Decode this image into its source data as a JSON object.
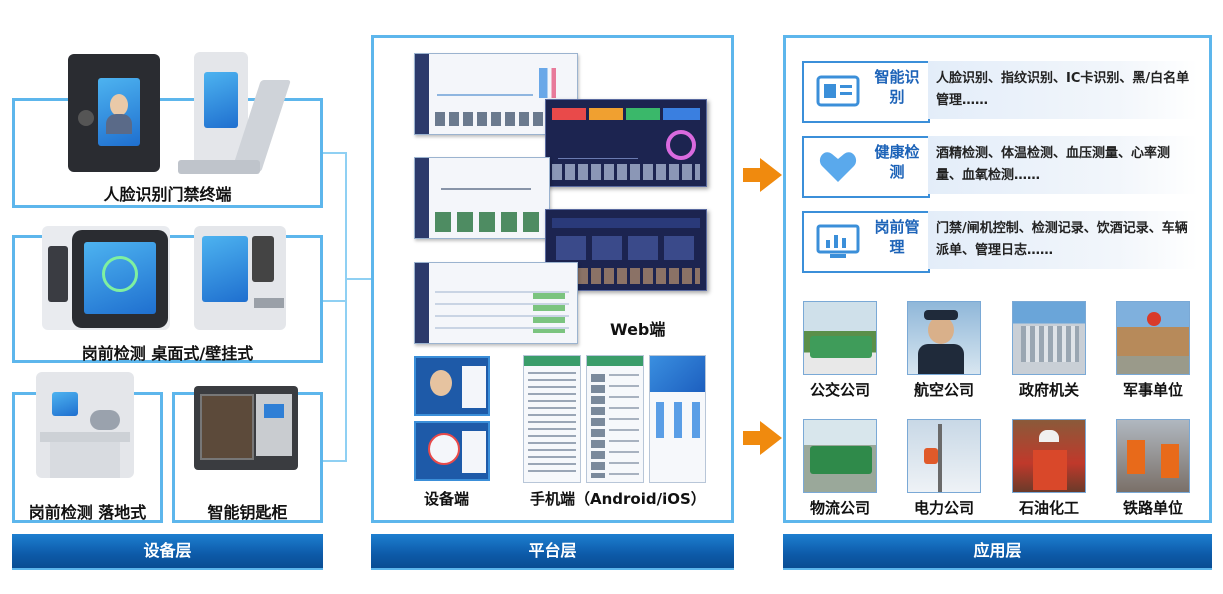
{
  "device_layer": {
    "items": [
      {
        "label": "人脸识别门禁终端"
      },
      {
        "label": "岗前检测 桌面式/壁挂式"
      },
      {
        "label": "岗前检测 落地式"
      },
      {
        "label": "智能钥匙柜"
      }
    ],
    "bar_label": "设备层"
  },
  "platform_layer": {
    "web_label": "Web端",
    "device_label": "设备端",
    "mobile_label": "手机端（Android/iOS）",
    "bar_label": "平台层"
  },
  "application_layer": {
    "features": [
      {
        "title": "智能识别",
        "desc": "人脸识别、指纹识别、IC卡识别、黑/白名单管理……",
        "icon": "id-card-icon"
      },
      {
        "title": "健康检测",
        "desc": "酒精检测、体温检测、血压测量、心率测量、血氧检测……",
        "icon": "heart-icon"
      },
      {
        "title": "岗前管理",
        "desc": "门禁/闸机控制、检测记录、饮酒记录、车辆派单、管理日志……",
        "icon": "monitor-chart-icon"
      }
    ],
    "industries": [
      {
        "label": "公交公司"
      },
      {
        "label": "航空公司"
      },
      {
        "label": "政府机关"
      },
      {
        "label": "军事单位"
      },
      {
        "label": "物流公司"
      },
      {
        "label": "电力公司"
      },
      {
        "label": "石油化工"
      },
      {
        "label": "铁路单位"
      }
    ],
    "bar_label": "应用层"
  },
  "colors": {
    "panel_border": "#5db6ec",
    "bar_blue": "#0d5aa8",
    "arrow_orange": "#f08a0e",
    "feature_title": "#1d63b8"
  }
}
